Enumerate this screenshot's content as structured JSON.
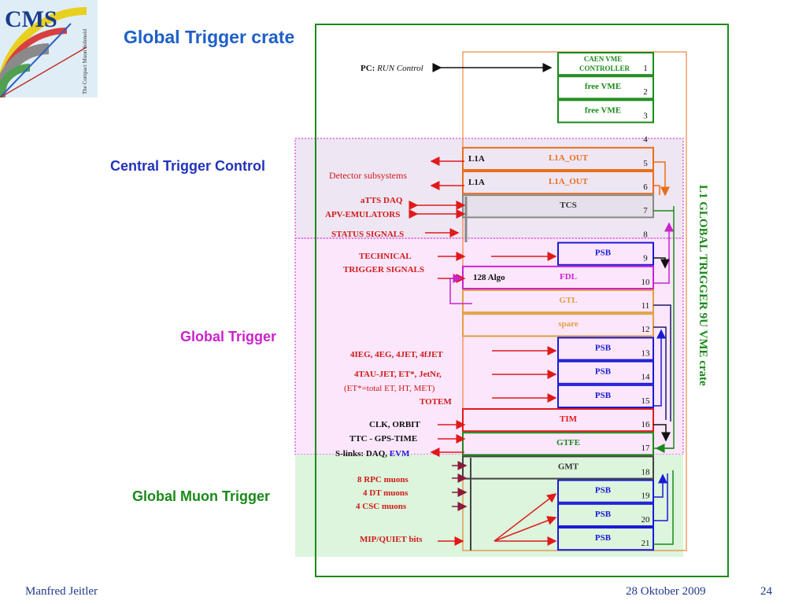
{
  "slide": {
    "title": "Global Trigger crate",
    "author": "Manfred Jeitler",
    "date": "28 Oktober  2009",
    "page": "24"
  },
  "logo": {
    "name": "CMS",
    "tagline": "The Compact Muon Solenoid"
  },
  "sections": {
    "ctc": "Central Trigger Control",
    "gt": "Global Trigger",
    "gmt": "Global Muon Trigger"
  },
  "crate_label": "L1 GLOBAL TRIGGER  9U VME crate",
  "slots": [
    {
      "num": "1",
      "label": "CAEN VME",
      "label2": "CONTROLLER",
      "left": "",
      "color": "#1a8a1a"
    },
    {
      "num": "2",
      "label": "free  VME",
      "label2": "",
      "left": "",
      "color": "#1a8a1a"
    },
    {
      "num": "3",
      "label": "free  VME",
      "label2": "",
      "left": "",
      "color": "#1a8a1a"
    },
    {
      "num": "4",
      "label": "",
      "label2": "",
      "left": "",
      "color": ""
    },
    {
      "num": "5",
      "label": "L1A_OUT",
      "label2": "",
      "left": "L1A",
      "color": "#e86f1a"
    },
    {
      "num": "6",
      "label": "L1A_OUT",
      "label2": "",
      "left": "L1A",
      "color": "#e86f1a"
    },
    {
      "num": "7",
      "label": "TCS",
      "label2": "",
      "left": "",
      "color": "#888888"
    },
    {
      "num": "8",
      "label": "",
      "label2": "",
      "left": "",
      "color": ""
    },
    {
      "num": "9",
      "label": "PSB",
      "label2": "",
      "left": "",
      "color": "#1a1ad6"
    },
    {
      "num": "10",
      "label": "FDL",
      "label2": "",
      "left": "128 Algo",
      "color": "#cc22cc"
    },
    {
      "num": "11",
      "label": "GTL",
      "label2": "",
      "left": "",
      "color": "#e0a040"
    },
    {
      "num": "12",
      "label": "spare",
      "label2": "",
      "left": "",
      "color": "#e0a040"
    },
    {
      "num": "13",
      "label": "PSB",
      "label2": "",
      "left": "",
      "color": "#1a1ad6"
    },
    {
      "num": "14",
      "label": "PSB",
      "label2": "",
      "left": "",
      "color": "#1a1ad6"
    },
    {
      "num": "15",
      "label": "PSB",
      "label2": "",
      "left": "",
      "color": "#1a1ad6"
    },
    {
      "num": "16",
      "label": "TIM",
      "label2": "",
      "left": "",
      "color": "#e01a1a"
    },
    {
      "num": "17",
      "label": "GTFE",
      "label2": "",
      "left": "",
      "color": "#1a8a1a"
    },
    {
      "num": "18",
      "label": "GMT",
      "label2": "",
      "left": "",
      "color": "#444444"
    },
    {
      "num": "19",
      "label": "PSB",
      "label2": "",
      "left": "",
      "color": "#1a1ad6"
    },
    {
      "num": "20",
      "label": "PSB",
      "label2": "",
      "left": "",
      "color": "#1a1ad6"
    },
    {
      "num": "21",
      "label": "PSB",
      "label2": "",
      "left": "",
      "color": "#1a1ad6"
    }
  ],
  "signals": {
    "pc": "PC:",
    "run_control": "RUN Control",
    "detector": "Detector  subsystems",
    "atts": "aTTS DAQ",
    "apv": "APV-EMULATORS",
    "status": "STATUS  SIGNALS",
    "tech1": "TECHNICAL",
    "tech2": "TRIGGER SIGNALS",
    "calo1": "4IEG, 4EG, 4JET,  4fJET",
    "calo2": "4TAU-JET, ET*, JetNr,",
    "calo3": "(ET*=total ET, HT, MET)",
    "totem": "TOTEM",
    "clk": "CLK, ORBIT",
    "ttc": "TTC - GPS-TIME",
    "slinks": "S-links: DAQ,",
    "evm": "EVM",
    "rpc": "8 RPC muons",
    "dt": "4 DT muons",
    "csc": "4 CSC muons",
    "mip": "MIP/QUIET bits"
  }
}
